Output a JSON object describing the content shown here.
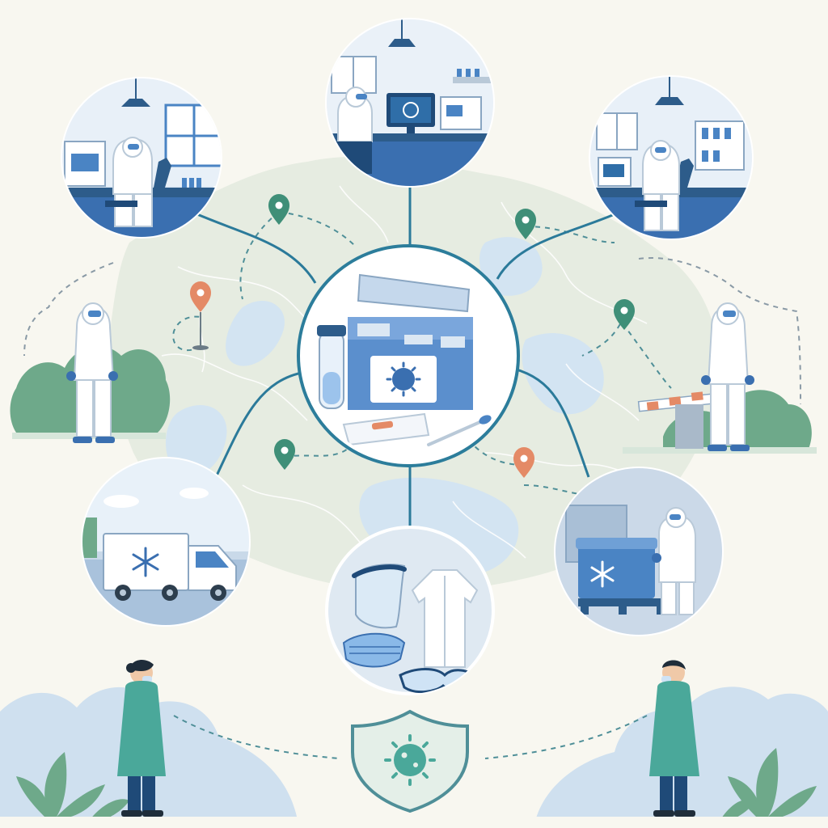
{
  "palette": {
    "background": "#f8f7f0",
    "map_land": "#e6ece1",
    "map_water": "#d3e4f2",
    "connector": "#2b7a9a",
    "route_dash": "#4f8f98",
    "pin_green": "#3f8f78",
    "pin_orange": "#e48a66",
    "hub_ring": "#2c7d9b",
    "ppe_white": "#ffffff",
    "ppe_outline": "#b9c9d8",
    "glove_blue": "#3a6fb0",
    "accent_blue": "#4a84c4",
    "scrubs_teal": "#4aa89a",
    "foliage": "#6ea98a",
    "hills": "#cfe0ef"
  },
  "hub": {
    "icon": "test-kit-with-virus-emblem"
  },
  "nodes": [
    {
      "id": "lab-top-left",
      "icon": "lab-microscope-scene"
    },
    {
      "id": "lab-top-center",
      "icon": "lab-computer-scene"
    },
    {
      "id": "lab-top-right",
      "icon": "lab-microscope-scene"
    },
    {
      "id": "refrigerated-truck",
      "icon": "cold-chain-truck"
    },
    {
      "id": "ppe-kit",
      "icon": "ppe-face-shield-gown-mask-goggles"
    },
    {
      "id": "cold-storage",
      "icon": "cold-storage-box-handling"
    }
  ],
  "map_pins": [
    {
      "color": "green"
    },
    {
      "color": "green"
    },
    {
      "color": "green"
    },
    {
      "color": "green"
    },
    {
      "color": "orange"
    },
    {
      "color": "orange"
    }
  ],
  "figures": [
    {
      "id": "field-worker-left",
      "icon": "hazmat-suit-person"
    },
    {
      "id": "checkpoint-worker-right",
      "icon": "hazmat-suit-person-barrier"
    },
    {
      "id": "health-worker-bottom-left",
      "icon": "medical-gown-person"
    },
    {
      "id": "health-worker-bottom-right",
      "icon": "medical-gown-person"
    }
  ],
  "shield": {
    "icon": "virus-shield"
  }
}
